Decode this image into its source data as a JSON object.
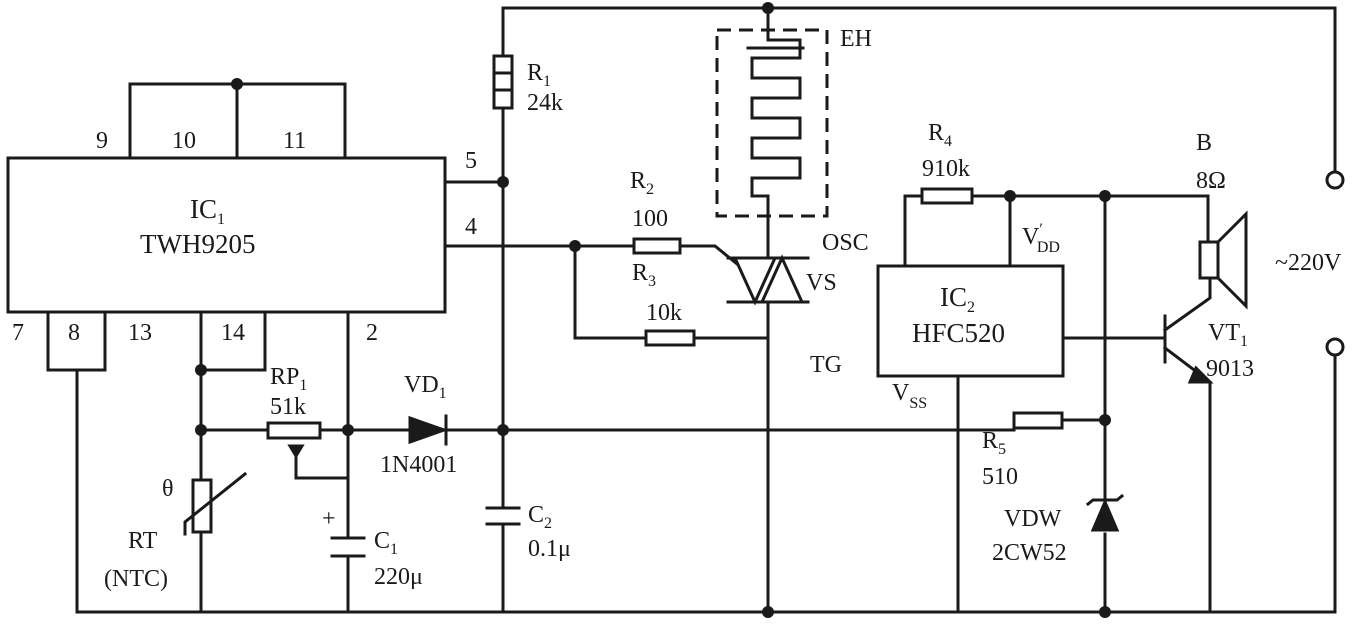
{
  "ic1": {
    "ref": "IC",
    "sub": "1",
    "part": "TWH9205",
    "pins": {
      "p9": "9",
      "p10": "10",
      "p11": "11",
      "p5": "5",
      "p4": "4",
      "p7": "7",
      "p8": "8",
      "p13": "13",
      "p14": "14",
      "p2": "2"
    }
  },
  "r1": {
    "ref": "R",
    "sub": "1",
    "value": "24k"
  },
  "eh": {
    "label": "EH"
  },
  "r2": {
    "ref": "R",
    "sub": "2",
    "value": "100"
  },
  "r3": {
    "ref": "R",
    "sub": "3",
    "value": "10k"
  },
  "vs": {
    "label": "VS"
  },
  "r4": {
    "ref": "R",
    "sub": "4",
    "value": "910k"
  },
  "ic2": {
    "ref": "IC",
    "sub": "2",
    "part": "HFC520",
    "osc": "OSC",
    "tg": "TG",
    "vdd": "V",
    "vdd_prime": "′",
    "vdd_sub": "DD",
    "vss": "V",
    "vss_sub": "SS"
  },
  "speaker": {
    "ref": "B",
    "value": "8Ω"
  },
  "mains": {
    "label": "~220V"
  },
  "vt1": {
    "ref": "VT",
    "sub": "1",
    "part": "9013"
  },
  "rp1": {
    "ref": "RP",
    "sub": "1",
    "value": "51k"
  },
  "vd1": {
    "ref": "VD",
    "sub": "1",
    "part": "1N4001"
  },
  "r5": {
    "ref": "R",
    "sub": "5",
    "value": "510"
  },
  "vdw": {
    "ref": "VDW",
    "part": "2CW52"
  },
  "c1": {
    "ref": "C",
    "sub": "1",
    "value": "220μ",
    "polarity": "+"
  },
  "c2": {
    "ref": "C",
    "sub": "2",
    "value": "0.1μ"
  },
  "rt": {
    "theta": "θ",
    "ref": "RT",
    "type": "(NTC)"
  }
}
